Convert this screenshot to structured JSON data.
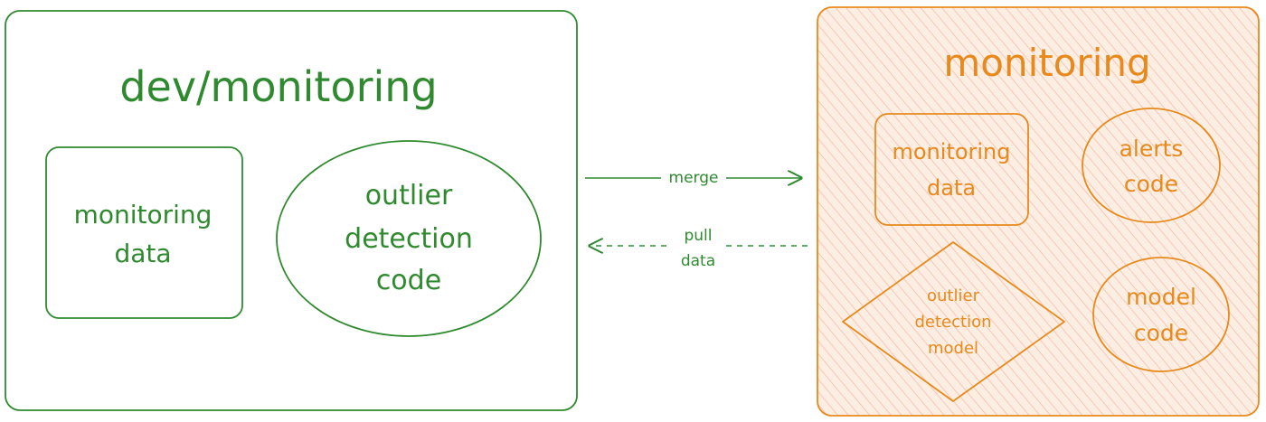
{
  "colors": {
    "green": "#2f8a2f",
    "orange": "#e8891c",
    "orange_fill": "#fde9d8",
    "hatch": "#f6b9a3",
    "background": "#ffffff"
  },
  "dev_env": {
    "title": "dev/monitoring",
    "data_box": {
      "line1": "monitoring",
      "line2": "data"
    },
    "code_ellipse": {
      "line1": "outlier",
      "line2": "detection",
      "line3": "code"
    }
  },
  "prod_env": {
    "title": "monitoring",
    "data_box": {
      "line1": "monitoring",
      "line2": "data"
    },
    "alerts_ellipse": {
      "line1": "alerts",
      "line2": "code"
    },
    "model_diamond": {
      "line1": "outlier",
      "line2": "detection",
      "line3": "model"
    },
    "model_code_ellipse": {
      "line1": "model",
      "line2": "code"
    }
  },
  "arrows": {
    "merge": {
      "label": "merge"
    },
    "pull": {
      "line1": "pull",
      "line2": "data"
    }
  }
}
